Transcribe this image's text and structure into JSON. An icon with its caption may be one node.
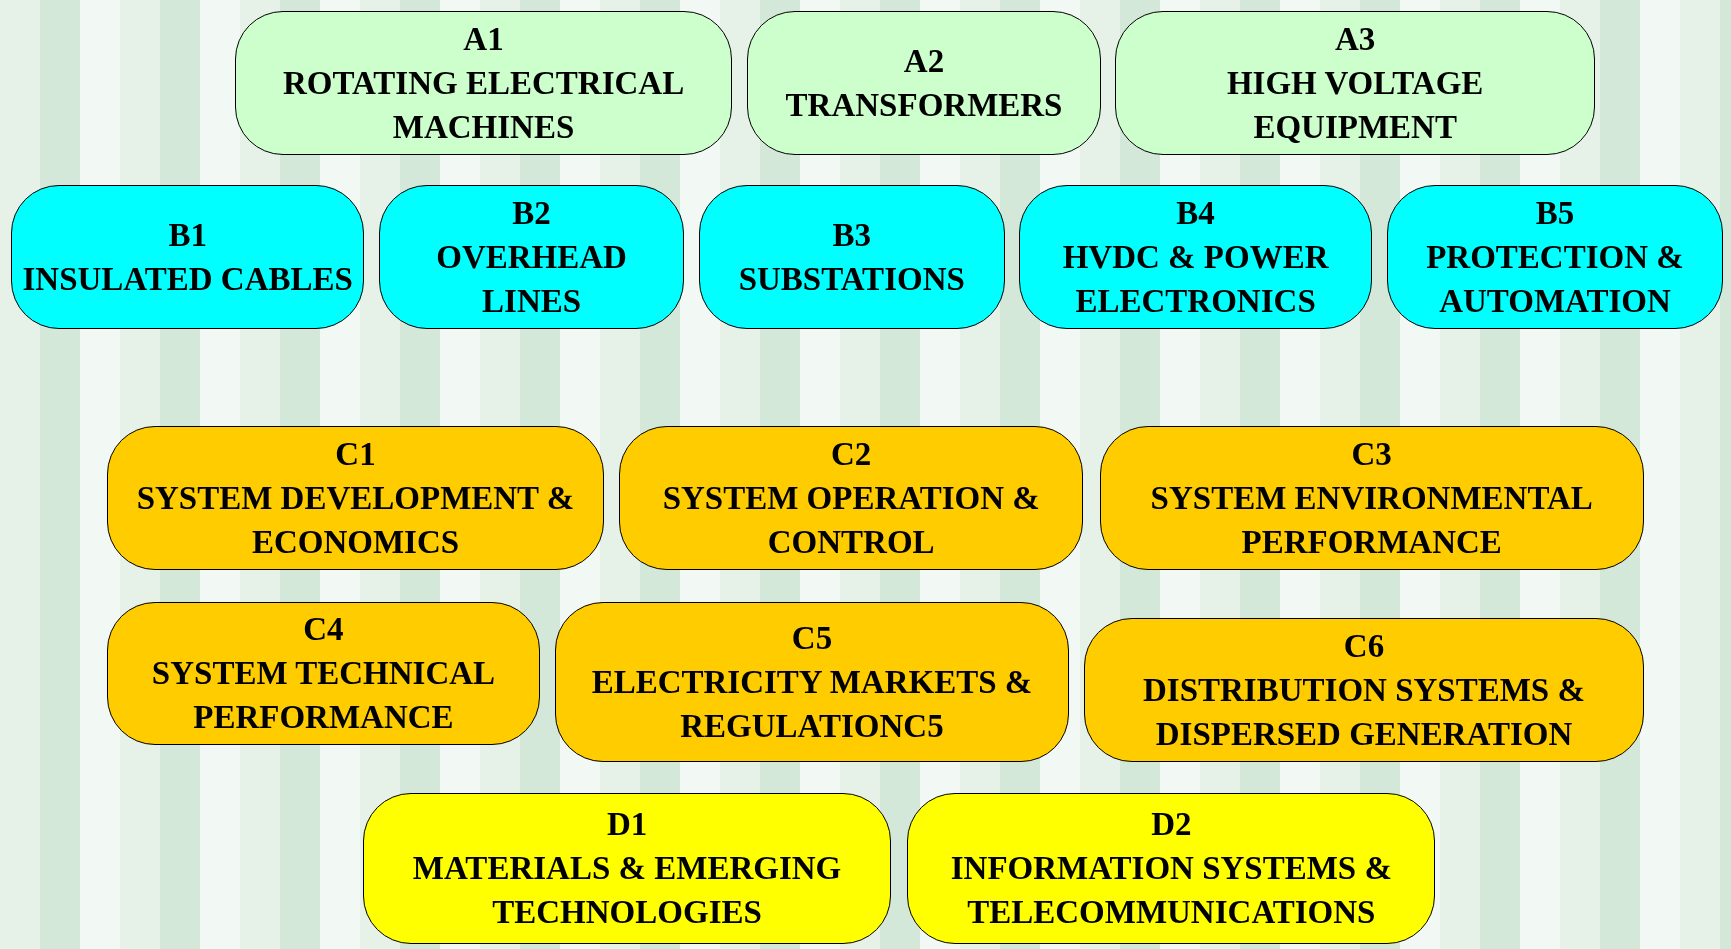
{
  "diagram": {
    "nodes": [
      {
        "text": [
          "A1",
          "ROTATING ELECTRICAL MACHINES"
        ]
      },
      {
        "text": [
          "A2",
          "TRANSFORMERS"
        ]
      },
      {
        "text": [
          "A3",
          "HIGH VOLTAGE EQUIPMENT"
        ]
      },
      {
        "text": [
          "B1",
          "INSULATED CABLES"
        ]
      },
      {
        "text": [
          "B2",
          "OVERHEAD LINES"
        ]
      },
      {
        "text": [
          "B3",
          "SUBSTATIONS"
        ]
      },
      {
        "text": [
          "B4",
          "HVDC & POWER ELECTRONICS"
        ]
      },
      {
        "text": [
          "B5",
          "PROTECTION & AUTOMATION"
        ]
      },
      {
        "text": [
          "C1",
          "SYSTEM DEVELOPMENT & ECONOMICS"
        ]
      },
      {
        "text": [
          "C2",
          "SYSTEM OPERATION & CONTROL"
        ]
      },
      {
        "text": [
          "C3",
          "SYSTEM ENVIRONMENTAL PERFORMANCE"
        ]
      },
      {
        "text": [
          "C4",
          "SYSTEM TECHNICAL PERFORMANCE"
        ]
      },
      {
        "text": [
          "C5",
          "ELECTRICITY MARKETS & REGULATIONC5"
        ]
      },
      {
        "text": [
          "C6",
          "DISTRIBUTION SYSTEMS & DISPERSED GENERATION"
        ]
      },
      {
        "text": [
          "D1",
          "MATERIALS & EMERGING TECHNOLOGIES"
        ]
      },
      {
        "text": [
          "D2",
          "INFORMATION SYSTEMS & TELECOMMUNICATIONS"
        ]
      }
    ]
  }
}
